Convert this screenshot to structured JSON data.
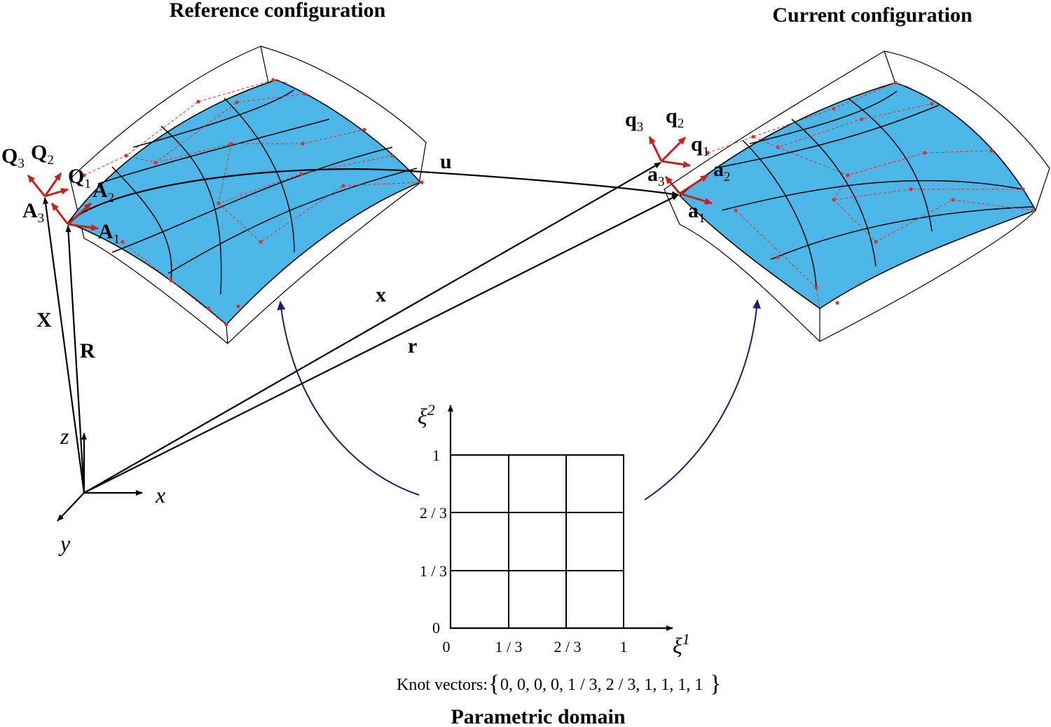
{
  "titles": {
    "reference": "Reference configuration",
    "current": "Current configuration",
    "parametric": "Parametric domain"
  },
  "reference_vectors": {
    "Q3": {
      "base": "Q",
      "sub": "3"
    },
    "Q2": {
      "base": "Q",
      "sub": "2"
    },
    "Q1": {
      "base": "Q",
      "sub": "1"
    },
    "A3": {
      "base": "A",
      "sub": "3"
    },
    "A2": {
      "base": "A",
      "sub": "2"
    },
    "A1": {
      "base": "A",
      "sub": "1"
    },
    "X": "X",
    "R": "R"
  },
  "current_vectors": {
    "q3": {
      "base": "q",
      "sub": "3"
    },
    "q2": {
      "base": "q",
      "sub": "2"
    },
    "q1": {
      "base": "q",
      "sub": "1"
    },
    "a3": {
      "base": "a",
      "sub": "3"
    },
    "a2": {
      "base": "a",
      "sub": "2"
    },
    "a1": {
      "base": "a",
      "sub": "1"
    }
  },
  "mapping_vectors": {
    "u": "u",
    "x": "x",
    "r": "r"
  },
  "global_axes": {
    "x": "x",
    "y": "y",
    "z": "z"
  },
  "parametric_domain": {
    "xi1": {
      "base": "ξ",
      "sup": "1"
    },
    "xi2": {
      "base": "ξ",
      "sup": "2"
    },
    "x_ticks": [
      "0",
      "1 / 3",
      "2 / 3",
      "1"
    ],
    "y_ticks": [
      "0",
      "1 / 3",
      "2 / 3",
      "1"
    ],
    "knot_label": "Knot vectors:",
    "knot_values": "0, 0, 0, 0, 1 / 3, 2 / 3, 1, 1, 1, 1"
  },
  "colors": {
    "surface": "#4db6e8",
    "basis_vectors": "#c8201d",
    "control_net": "#e0302b",
    "mapping_arrows": "#1c1f6b"
  }
}
